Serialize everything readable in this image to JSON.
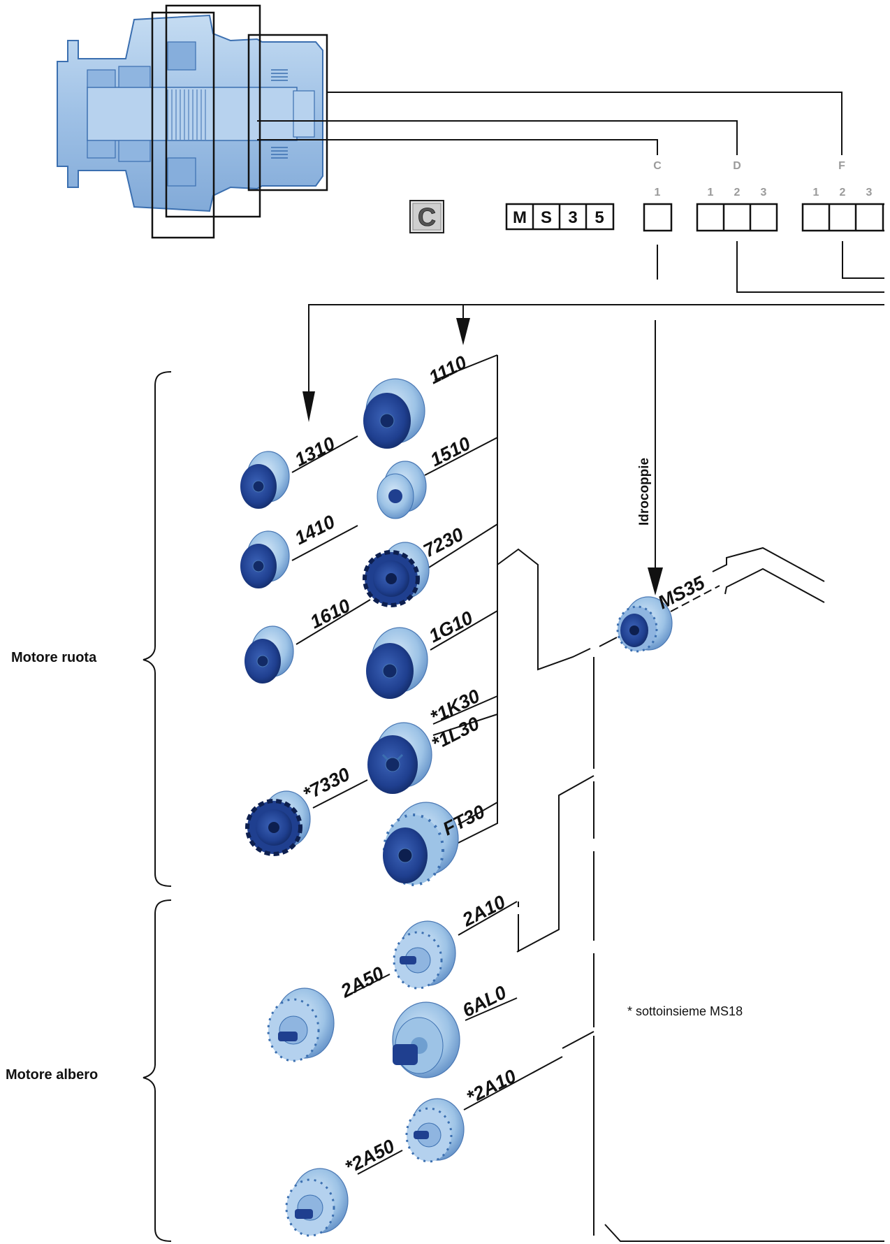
{
  "colors": {
    "motor_light": "#9dc3e6",
    "motor_mid": "#6f9fd0",
    "motor_dark": "#1f3f8f",
    "motor_navy": "#142a66",
    "housing": "#a7c8ea",
    "line": "#111111",
    "header_gray": "#9a9a9a"
  },
  "header": {
    "logo_letter": "C",
    "code_boxes": [
      "M",
      "S",
      "3",
      "5"
    ],
    "groups": [
      {
        "letter": "C",
        "positions": [
          "1"
        ]
      },
      {
        "letter": "D",
        "positions": [
          "1",
          "2",
          "3"
        ]
      },
      {
        "letter": "F",
        "positions": [
          "1",
          "2",
          "3"
        ]
      }
    ]
  },
  "vertical_label": "Idrocoppie",
  "side_labels": {
    "wheel_motor": "Motore ruota",
    "shaft_motor": "Motore albero"
  },
  "note": "* sottoinsieme MS18",
  "center_code": "MS35",
  "motors": [
    {
      "code": "1110",
      "icon": "wheel-motor-large-icon"
    },
    {
      "code": "1310",
      "icon": "wheel-motor-icon"
    },
    {
      "code": "1510",
      "icon": "wheel-motor-icon"
    },
    {
      "code": "1410",
      "icon": "wheel-motor-icon"
    },
    {
      "code": "7230",
      "icon": "wheel-motor-geared-icon"
    },
    {
      "code": "1610",
      "icon": "wheel-motor-icon"
    },
    {
      "code": "1G10",
      "icon": "wheel-motor-large-icon"
    },
    {
      "code": "*1K30",
      "icon": "wheel-motor-large-icon"
    },
    {
      "code": "*1L30",
      "icon": "wheel-motor-large-icon"
    },
    {
      "code": "*7330",
      "icon": "wheel-motor-geared-icon"
    },
    {
      "code": "FT30",
      "icon": "wheel-motor-flanged-icon"
    },
    {
      "code": "2A10",
      "icon": "shaft-motor-icon"
    },
    {
      "code": "2A50",
      "icon": "shaft-motor-icon"
    },
    {
      "code": "6AL0",
      "icon": "shaft-motor-large-icon"
    },
    {
      "code": "*2A10",
      "icon": "shaft-motor-icon"
    },
    {
      "code": "*2A50",
      "icon": "shaft-motor-icon"
    }
  ]
}
